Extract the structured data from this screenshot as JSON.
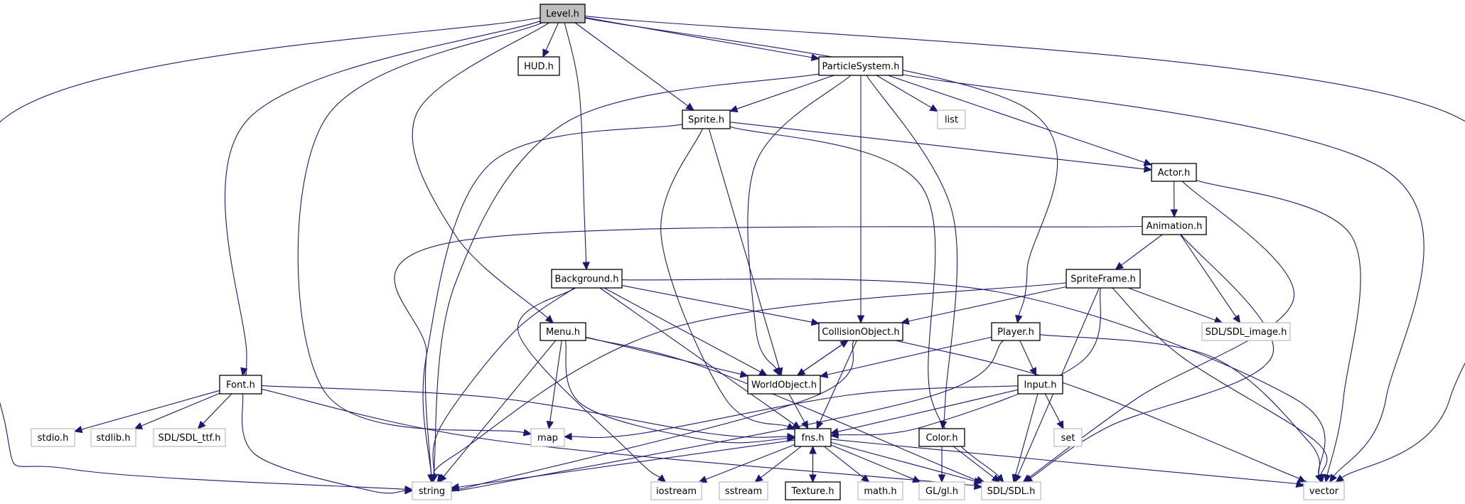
{
  "graph": {
    "title": "Level.h include dependency graph",
    "colors": {
      "edge": "#191970",
      "root_fill": "#bfbfbf",
      "local_border": "#000000",
      "external_border": "#bfbfbf"
    },
    "nodes": [
      {
        "id": "level",
        "label": "Level.h",
        "kind": "root"
      },
      {
        "id": "hud",
        "label": "HUD.h",
        "kind": "local"
      },
      {
        "id": "particle",
        "label": "ParticleSystem.h",
        "kind": "local"
      },
      {
        "id": "sprite",
        "label": "Sprite.h",
        "kind": "local"
      },
      {
        "id": "list",
        "label": "list",
        "kind": "external"
      },
      {
        "id": "actor",
        "label": "Actor.h",
        "kind": "local"
      },
      {
        "id": "animation",
        "label": "Animation.h",
        "kind": "local"
      },
      {
        "id": "background",
        "label": "Background.h",
        "kind": "local"
      },
      {
        "id": "spriteframe",
        "label": "SpriteFrame.h",
        "kind": "local"
      },
      {
        "id": "menu",
        "label": "Menu.h",
        "kind": "local"
      },
      {
        "id": "collision",
        "label": "CollisionObject.h",
        "kind": "local"
      },
      {
        "id": "player",
        "label": "Player.h",
        "kind": "local"
      },
      {
        "id": "sdlimage",
        "label": "SDL/SDL_image.h",
        "kind": "external"
      },
      {
        "id": "font",
        "label": "Font.h",
        "kind": "local"
      },
      {
        "id": "worldobject",
        "label": "WorldObject.h",
        "kind": "local"
      },
      {
        "id": "input",
        "label": "Input.h",
        "kind": "local"
      },
      {
        "id": "stdio",
        "label": "stdio.h",
        "kind": "external"
      },
      {
        "id": "stdlib",
        "label": "stdlib.h",
        "kind": "external"
      },
      {
        "id": "sdlttf",
        "label": "SDL/SDL_ttf.h",
        "kind": "external"
      },
      {
        "id": "map",
        "label": "map",
        "kind": "external"
      },
      {
        "id": "fns",
        "label": "fns.h",
        "kind": "local"
      },
      {
        "id": "color",
        "label": "Color.h",
        "kind": "local"
      },
      {
        "id": "set",
        "label": "set",
        "kind": "external"
      },
      {
        "id": "string",
        "label": "string",
        "kind": "external"
      },
      {
        "id": "iostream",
        "label": "iostream",
        "kind": "external"
      },
      {
        "id": "sstream",
        "label": "sstream",
        "kind": "external"
      },
      {
        "id": "texture",
        "label": "Texture.h",
        "kind": "local"
      },
      {
        "id": "math",
        "label": "math.h",
        "kind": "external"
      },
      {
        "id": "glgl",
        "label": "GL/gl.h",
        "kind": "external"
      },
      {
        "id": "sdl",
        "label": "SDL/SDL.h",
        "kind": "external"
      },
      {
        "id": "vector",
        "label": "vector",
        "kind": "external"
      }
    ],
    "edges": [
      [
        "level",
        "hud"
      ],
      [
        "level",
        "particle"
      ],
      [
        "level",
        "sprite"
      ],
      [
        "level",
        "background"
      ],
      [
        "level",
        "menu"
      ],
      [
        "level",
        "font"
      ],
      [
        "level",
        "map"
      ],
      [
        "level",
        "string"
      ],
      [
        "level",
        "player"
      ],
      [
        "level",
        "vector"
      ],
      [
        "particle",
        "sprite"
      ],
      [
        "particle",
        "list"
      ],
      [
        "particle",
        "actor"
      ],
      [
        "particle",
        "collision"
      ],
      [
        "particle",
        "worldobject"
      ],
      [
        "particle",
        "color"
      ],
      [
        "particle",
        "string"
      ],
      [
        "particle",
        "vector"
      ],
      [
        "sprite",
        "actor"
      ],
      [
        "sprite",
        "worldobject"
      ],
      [
        "sprite",
        "fns"
      ],
      [
        "sprite",
        "string"
      ],
      [
        "sprite",
        "sdl"
      ],
      [
        "actor",
        "animation"
      ],
      [
        "actor",
        "sdl"
      ],
      [
        "actor",
        "vector"
      ],
      [
        "animation",
        "spriteframe"
      ],
      [
        "animation",
        "sdlimage"
      ],
      [
        "animation",
        "string"
      ],
      [
        "animation",
        "sdl"
      ],
      [
        "spriteframe",
        "collision"
      ],
      [
        "spriteframe",
        "sdlimage"
      ],
      [
        "spriteframe",
        "string"
      ],
      [
        "spriteframe",
        "fns"
      ],
      [
        "spriteframe",
        "sdl"
      ],
      [
        "spriteframe",
        "vector"
      ],
      [
        "background",
        "collision"
      ],
      [
        "background",
        "worldobject"
      ],
      [
        "background",
        "fns"
      ],
      [
        "background",
        "string"
      ],
      [
        "background",
        "iostream"
      ],
      [
        "background",
        "vector"
      ],
      [
        "menu",
        "worldobject"
      ],
      [
        "menu",
        "fns"
      ],
      [
        "menu",
        "map"
      ],
      [
        "menu",
        "string"
      ],
      [
        "menu",
        "sdl"
      ],
      [
        "collision",
        "worldobject"
      ],
      [
        "collision",
        "fns"
      ],
      [
        "collision",
        "string"
      ],
      [
        "collision",
        "vector"
      ],
      [
        "worldobject",
        "collision"
      ],
      [
        "worldobject",
        "fns"
      ],
      [
        "player",
        "worldobject"
      ],
      [
        "player",
        "input"
      ],
      [
        "player",
        "string"
      ],
      [
        "player",
        "vector"
      ],
      [
        "input",
        "fns"
      ],
      [
        "input",
        "map"
      ],
      [
        "input",
        "set"
      ],
      [
        "input",
        "sdl"
      ],
      [
        "font",
        "stdio"
      ],
      [
        "font",
        "stdlib"
      ],
      [
        "font",
        "sdlttf"
      ],
      [
        "font",
        "fns"
      ],
      [
        "font",
        "string"
      ],
      [
        "font",
        "sdl"
      ],
      [
        "fns",
        "string"
      ],
      [
        "fns",
        "iostream"
      ],
      [
        "fns",
        "sstream"
      ],
      [
        "fns",
        "texture"
      ],
      [
        "fns",
        "math"
      ],
      [
        "fns",
        "glgl"
      ],
      [
        "fns",
        "sdl"
      ],
      [
        "fns",
        "vector"
      ],
      [
        "texture",
        "fns"
      ],
      [
        "color",
        "glgl"
      ],
      [
        "color",
        "sdl"
      ]
    ]
  }
}
